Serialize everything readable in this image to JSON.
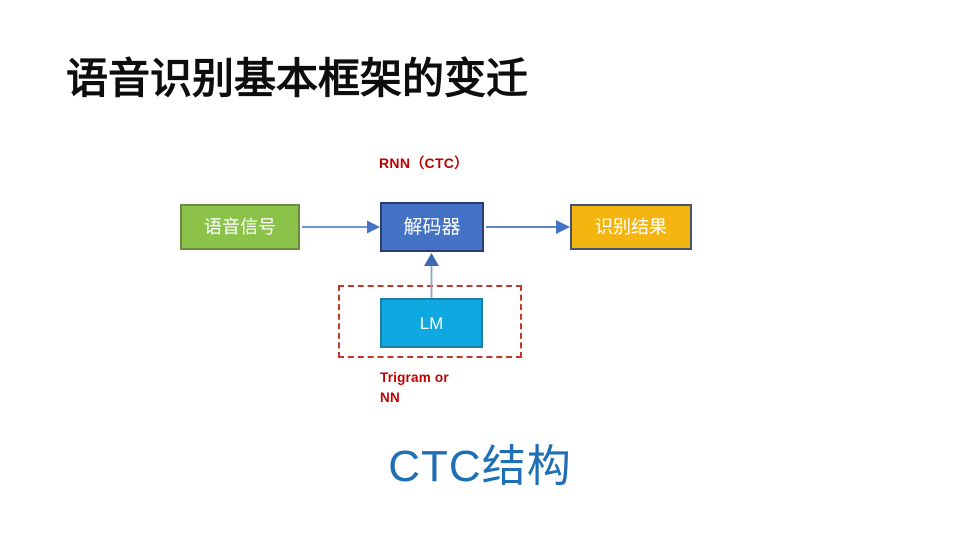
{
  "slide": {
    "title": "语音识别基本框架的变迁",
    "bottom_heading": "CTC结构",
    "background_color": "#FFFFFF",
    "title_color": "#0D0D0D",
    "heading_color": "#1F6FB5"
  },
  "diagram": {
    "top_caption": "RNN（CTC）",
    "top_caption_color": "#C00000",
    "bottom_caption": "Trigram or\nNN",
    "bottom_caption_color": "#C00000",
    "nodes": [
      {
        "id": "speech-signal",
        "label": "语音信号",
        "fill": "#8BC34A",
        "border": "#6E8B3D",
        "text_color": "#FFFFFF"
      },
      {
        "id": "decoder",
        "label": "解码器",
        "fill": "#4472C4",
        "border": "#2C3E6B",
        "text_color": "#FFFFFF"
      },
      {
        "id": "result",
        "label": "识别结果",
        "fill": "#F5B511",
        "border": "#44546A",
        "text_color": "#FFFFFF"
      },
      {
        "id": "language-model",
        "label": "LM",
        "fill": "#0FA8E0",
        "border": "#1D7FA8",
        "text_color": "#FFFFFF"
      }
    ],
    "connectors": [
      {
        "id": "speech-to-decoder",
        "from": "speech-signal",
        "to": "decoder",
        "color": "#4472C4",
        "direction": "right"
      },
      {
        "id": "decoder-to-result",
        "from": "decoder",
        "to": "result",
        "color": "#4472C4",
        "direction": "right"
      },
      {
        "id": "lm-to-decoder",
        "from": "language-model",
        "to": "decoder",
        "color": "#7F9EC4",
        "direction": "up"
      }
    ],
    "dashed_region": {
      "id": "lm-group",
      "border_color": "#C0392B",
      "border_style": "dashed"
    }
  }
}
